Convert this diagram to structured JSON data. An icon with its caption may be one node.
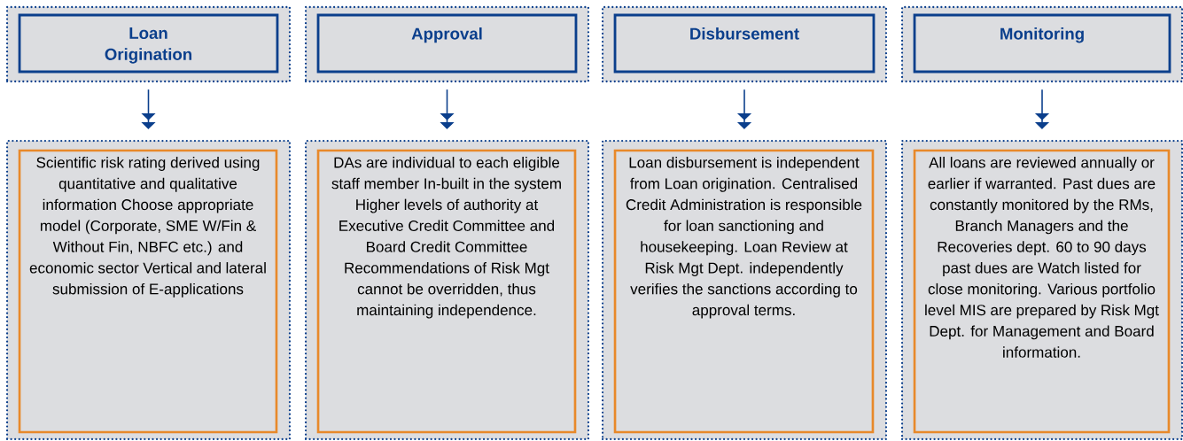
{
  "diagram": {
    "nodes": [
      {
        "text": [],
        "shape": "box"
      },
      {
        "text": [
          "Loan Origination"
        ],
        "in": 0
      },
      {
        "text": [],
        "shape": "box"
      },
      {
        "text": [
          "Approval"
        ],
        "in": 2
      },
      {
        "text": [],
        "shape": "box"
      },
      {
        "text": [
          "Disbursement"
        ],
        "in": 4
      },
      {
        "text": [],
        "shape": "box"
      },
      {
        "text": [
          "Monitoring"
        ],
        "in": 6
      },
      {
        "text": [],
        "shape": "box"
      },
      {
        "text": [
          "Scientific risk rating derived using quantitative and qualitative information Choose appropriate model (Corporate, SME W/Fin & Without Fin, NBFC etc.) and economic sector Vertical and lateral submission of E-applications"
        ],
        "in": 8
      },
      {
        "text": [],
        "shape": "box"
      },
      {
        "text": [
          "DAs are individual to each eligible staff member In-built in the system Higher levels of authority at Executive Credit Committee and Board Credit Committee Recommendations of Risk Mgt cannot be overridden, thus maintaining independence."
        ],
        "in": 10
      },
      {
        "text": [],
        "shape": "box"
      },
      {
        "text": [
          "Loan disbursement is independent from Loan origination. Centralised Credit Administration is responsible for loan sanctioning and housekeeping. Loan Review at Risk Mgt Dept. independently verifies the sanctions according to approval terms."
        ],
        "in": 12
      },
      {
        "text": [],
        "shape": "box"
      },
      {
        "text": [
          "All loans are reviewed annually or earlier if warranted. Past dues are constantly monitored by the RMs, Branch Managers and the Recoveries dept. 60 to 90 days past dues are Watch listed for close monitoring. Various portfolio level MIS are prepared by Risk Mgt Dept. for Management and Board information."
        ],
        "in": 14
      }
    ],
    "edges": [
      {
        "from": 0,
        "to": 8,
        "arrow": "to"
      },
      {
        "from": 2,
        "to": 10,
        "arrow": "to"
      },
      {
        "from": 4,
        "to": 12,
        "arrow": "to"
      },
      {
        "from": 6,
        "to": 14,
        "arrow": "to"
      }
    ]
  }
}
